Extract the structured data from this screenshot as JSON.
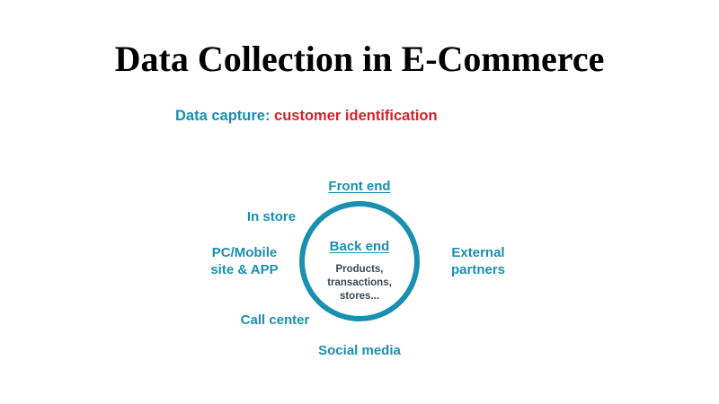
{
  "title": "Data Collection in E-Commerce",
  "subtitle": {
    "lead": "Data capture:",
    "accent": "customer identification"
  },
  "diagram": {
    "center": {
      "title": "Back end",
      "lines": [
        "Products,",
        "transactions,",
        "stores..."
      ]
    },
    "top": "Front end",
    "bottom": "Social media",
    "left_top": "In store",
    "left_middle": [
      "PC/Mobile",
      "site & APP"
    ],
    "left_bottom": "Call center",
    "right_middle": [
      "External",
      "partners"
    ]
  },
  "colors": {
    "primary": "#1a8fb0",
    "accent": "#d1242a",
    "inner_text": "#3a4a55",
    "title": "#000000"
  }
}
